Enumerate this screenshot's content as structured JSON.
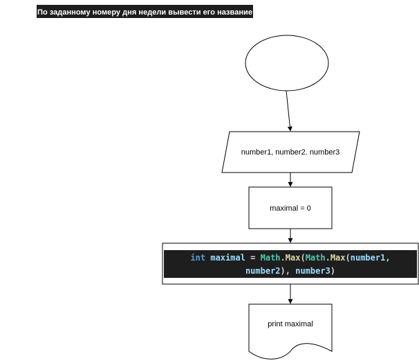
{
  "title": "По заданному номеру дня недели вывести его название",
  "nodes": {
    "start": {
      "label": ""
    },
    "input": {
      "label": "number1, number2. number3"
    },
    "init": {
      "label": "maximal = 0"
    },
    "compute": {
      "line1": {
        "keyword": "int",
        "var": "maximal",
        "op": " = ",
        "cls1": "Math",
        "dot1": ".",
        "fn1": "Max",
        "paren1": "(",
        "cls2": "Math",
        "dot2": ".",
        "fn2": "Max",
        "paren2": "(",
        "arg1": "number1",
        "comma1": ","
      },
      "line2": {
        "arg2": "number2",
        "close1": "), ",
        "arg3": "number3",
        "close2": ")"
      }
    },
    "output": {
      "label": "print maximal"
    }
  },
  "colors": {
    "title_bg": "#1e1e1e",
    "code_bg": "#1e1e1e",
    "keyword": "#569cd6",
    "variable": "#9cdcfe",
    "class": "#4ec9b0",
    "function": "#dcdcaa",
    "punct": "#d4d4d4"
  }
}
